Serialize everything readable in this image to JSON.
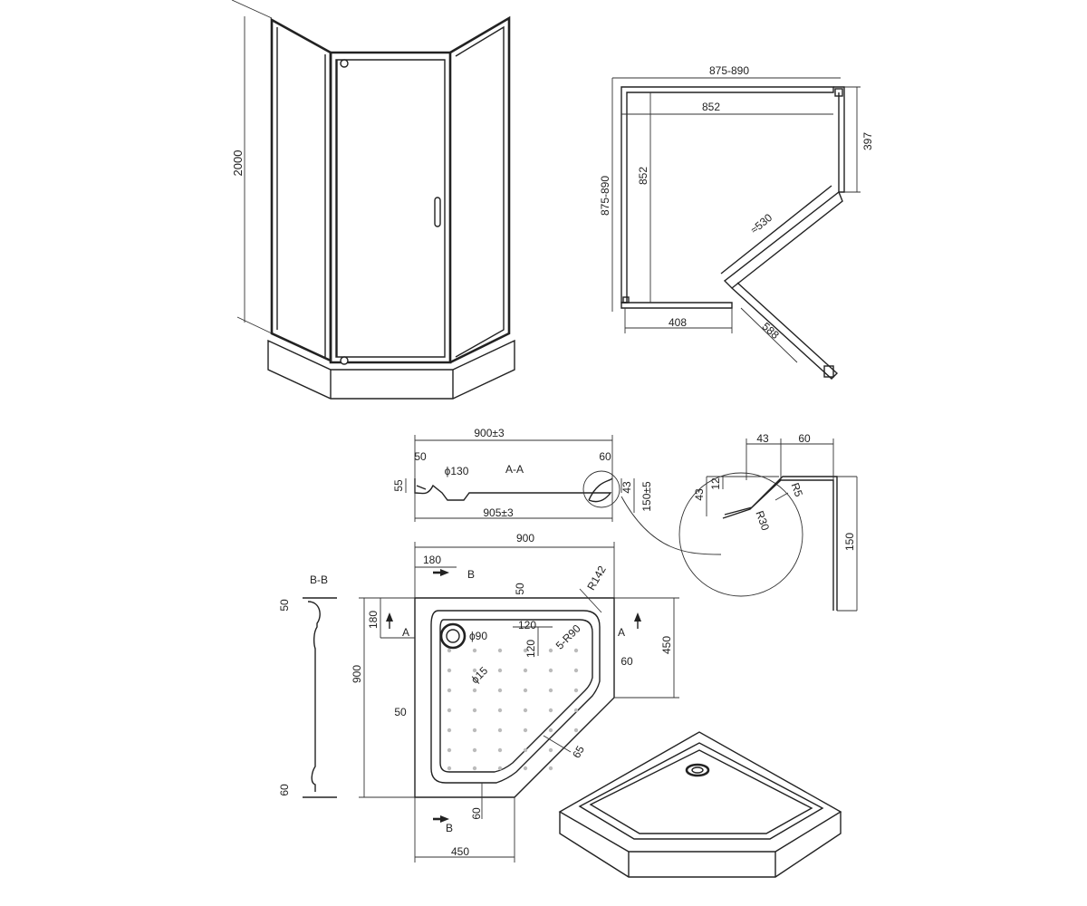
{
  "colors": {
    "line": "#222222",
    "background": "#ffffff",
    "hole": "#bbbbbb"
  },
  "elevation": {
    "height": "2000"
  },
  "plan": {
    "overall_width": "875-890",
    "inner_width": "852",
    "overall_depth": "875-890",
    "inner_depth": "852",
    "side_right": "397",
    "side_bottom": "408",
    "diagonal": "≈530",
    "door_swing": "588"
  },
  "section_aa": {
    "width_top": "900±3",
    "width_bottom": "905±3",
    "left_rim": "50",
    "right_rim": "60",
    "left_height": "55",
    "drain": "ϕ130",
    "label": "A-A",
    "rim_drop": "43",
    "total_height": "150±5"
  },
  "detail": {
    "d43a": "43",
    "d60": "60",
    "d12": "12",
    "d43b": "43",
    "r5": "R5",
    "r30": "R30",
    "d150": "150"
  },
  "section_bb": {
    "label": "B-B",
    "top": "50",
    "bottom": "60"
  },
  "tray_plan": {
    "width": "900",
    "depth": "900",
    "offset_top": "180",
    "marker_b": "B",
    "marker_a_left": "A",
    "marker_a_right": "A",
    "rim_top": "50",
    "rim_left": "50",
    "corner_radius": "R142",
    "offset_left": "180",
    "drain": "ϕ90",
    "spacing_x": "120",
    "spacing_y": "120",
    "feet": "5-R90",
    "right_depth": "450",
    "rim_right": "60",
    "dot": "ϕ15",
    "rim_diag": "65",
    "bottom_width": "450",
    "rim_bottom": "60",
    "marker_b_bottom": "B"
  }
}
